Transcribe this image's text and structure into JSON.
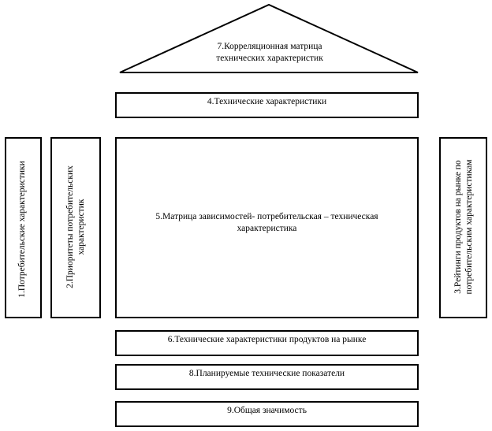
{
  "blocks": {
    "roof": {
      "line1": "7.Корреляционная матрица",
      "line2": "технических характеристик"
    },
    "tech_chars": "4.Технические характеристики",
    "customer_chars": "1.Потребительские характеристики",
    "customer_priorities": {
      "line1": "2.Приоритеты потребительских",
      "line2": "характеристик"
    },
    "matrix": {
      "line1": "5.Матрица зависимостей- потребительская – техническая",
      "line2": "характеристика"
    },
    "market_ratings": {
      "line1": "3.Рейтинги продуктов на рынке по",
      "line2": "потребительским характеристикам"
    },
    "market_tech": "6.Технические характеристики продуктов на рынке",
    "planned": "8.Планируемые технические показатели",
    "importance": "9.Общая значимость"
  }
}
